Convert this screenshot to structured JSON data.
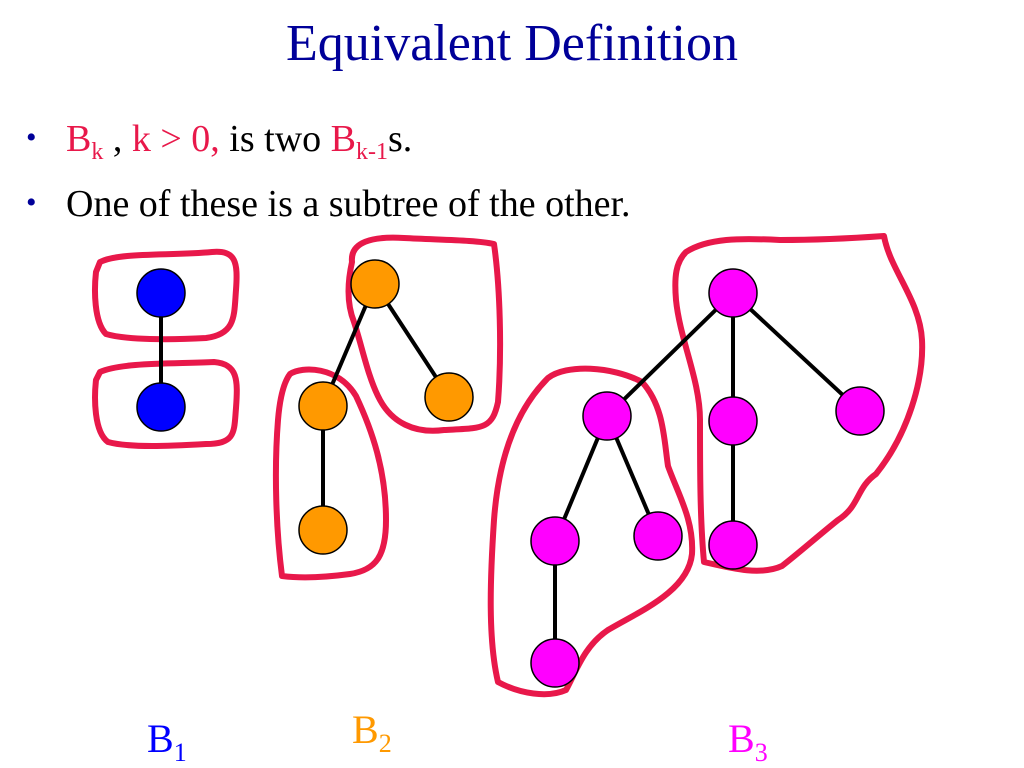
{
  "title": "Equivalent Definition",
  "bullets": {
    "b1": {
      "bk_base": "B",
      "bk_sub": "k",
      "comma": " , ",
      "cond": "k > 0,",
      "mid": " is two ",
      "bk1_base": "B",
      "bk1_sub": "k-1",
      "tail": "s."
    },
    "b2": {
      "text": "One of these is a subtree of the other."
    }
  },
  "labels": {
    "b1": {
      "base": "B",
      "sub": "1"
    },
    "b2": {
      "base": "B",
      "sub": "2"
    },
    "b3": {
      "base": "B",
      "sub": "3"
    }
  },
  "colors": {
    "title": "#000099",
    "highlight": "#e8184a",
    "b1_nodes": "#0000ff",
    "b2_nodes": "#ff9900",
    "b3_nodes": "#ff00ff",
    "outline": "#e8184a",
    "edges": "#000000"
  }
}
